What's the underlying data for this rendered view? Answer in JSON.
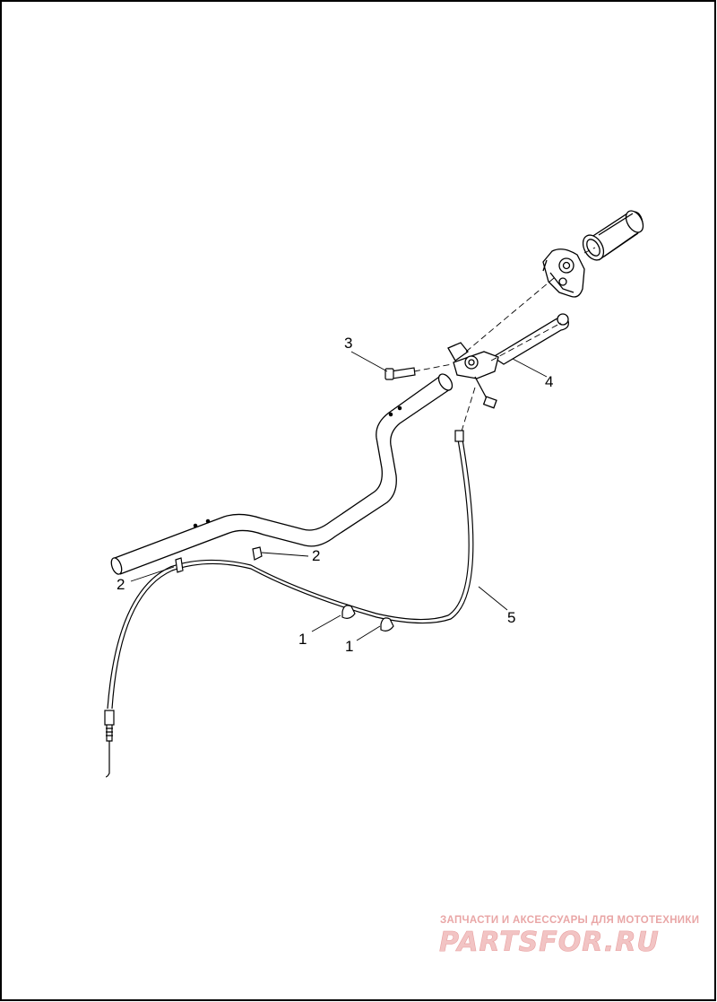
{
  "callouts": {
    "c1a": "1",
    "c1b": "1",
    "c2a": "2",
    "c2b": "2",
    "c3": "3",
    "c4": "4",
    "c5": "5"
  },
  "watermark": {
    "caption": "ЗАПЧАСТИ И АКСЕССУАРЫ ДЛЯ МОТОТЕХНИКИ",
    "logo": "PARTSFOR.RU"
  }
}
